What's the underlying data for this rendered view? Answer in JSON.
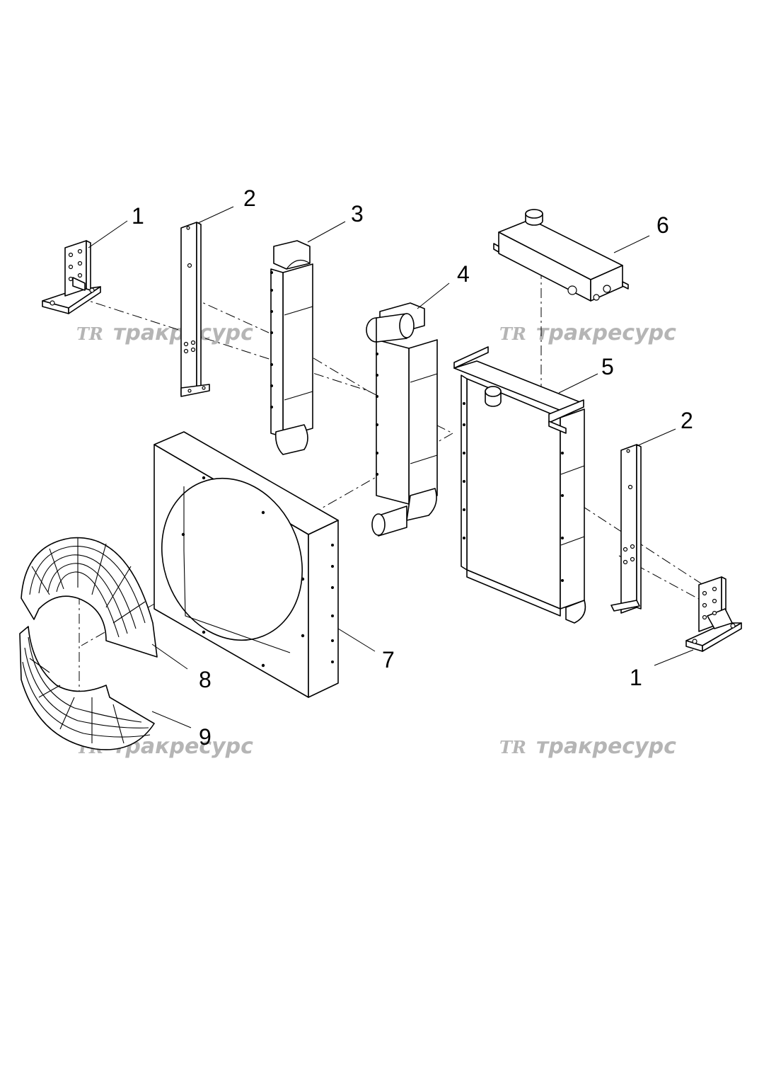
{
  "diagram": {
    "watermark": {
      "logo": "TR",
      "text": "тракресурс"
    },
    "callouts": [
      {
        "id": "c1a",
        "label": "1"
      },
      {
        "id": "c2a",
        "label": "2"
      },
      {
        "id": "c3",
        "label": "3"
      },
      {
        "id": "c4",
        "label": "4"
      },
      {
        "id": "c5",
        "label": "5"
      },
      {
        "id": "c6",
        "label": "6"
      },
      {
        "id": "c2b",
        "label": "2"
      },
      {
        "id": "c7",
        "label": "7"
      },
      {
        "id": "c8",
        "label": "8"
      },
      {
        "id": "c9",
        "label": "9"
      },
      {
        "id": "c1b",
        "label": "1"
      }
    ]
  }
}
